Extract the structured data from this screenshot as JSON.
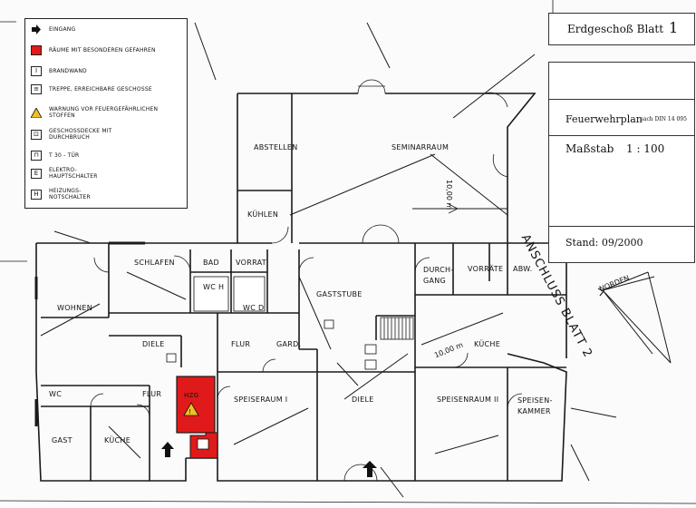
{
  "legend": {
    "items": [
      {
        "icon": "arrow-right-icon",
        "label": "EINGANG"
      },
      {
        "icon": "red-square-icon",
        "label": "RÄUME MIT BESONDEREN GEFAHREN"
      },
      {
        "icon": "fire-wall-icon",
        "label": "BRANDWAND"
      },
      {
        "icon": "stairs-icon",
        "label": "TREPPE, ERREICHBARE GESCHOSSE"
      },
      {
        "icon": "warning-triangle-icon",
        "label": "WARNUNG VOR FEUERGEFÄHRLICHEN STOFFEN"
      },
      {
        "icon": "ceiling-opening-icon",
        "label": "GESCHOSSDECKE MIT DURCHBRUCH"
      },
      {
        "icon": "door-icon",
        "label": "T 30 - TÜR"
      },
      {
        "icon": "electric-switch-icon",
        "label": "ELEKTRO-HAUPTSCHALTER"
      },
      {
        "icon": "heating-switch-icon",
        "label": "HEIZUNGS-NOTSCHALTER"
      }
    ]
  },
  "titleblock": {
    "sheet": "Erdgeschoß Blatt",
    "sheet_no": "1",
    "plan": "Feuerwehrplan",
    "plan_norm": "nach DIN 14 095",
    "scale_label": "Maßstab",
    "scale_value": "1 : 100",
    "stand": "Stand: 09/2000"
  },
  "north_label": "NORDEN",
  "connection_label": "ANSCHLUSS BLATT 2",
  "dimensions": [
    "10,00 m",
    "10,00 m"
  ],
  "rooms": {
    "abstellen": "ABSTELLEN",
    "seminarraum": "SEMINARRAUM",
    "kuehlen": "KÜHLEN",
    "schlafen": "SCHLAFEN",
    "bad": "BAD",
    "vorrat": "VORRAT",
    "gaststube": "GASTSTUBE",
    "durchgang": "DURCH-\nGANG",
    "vorraete": "VORRÄTE",
    "abw": "ABW.",
    "wohnen": "WOHNEN",
    "wc_h": "WC H",
    "wc_d": "WC D",
    "diele_left": "DIELE",
    "flur_top": "FLUR",
    "gard": "GARD.",
    "kueche_right": "KÜCHE",
    "wc_small": "WC",
    "flur_left": "FLUR",
    "hzg": "HZG",
    "speiseraum1": "SPEISERAUM I",
    "diele_center": "DIELE",
    "speisenraum2": "SPEISENRAUM II",
    "speisekammer": "SPEISEN-\nKAMMER",
    "gast": "GAST",
    "kueche_left": "KÜCHE"
  },
  "colors": {
    "hazard": "#e01a1a",
    "line": "#1a1a1a"
  }
}
